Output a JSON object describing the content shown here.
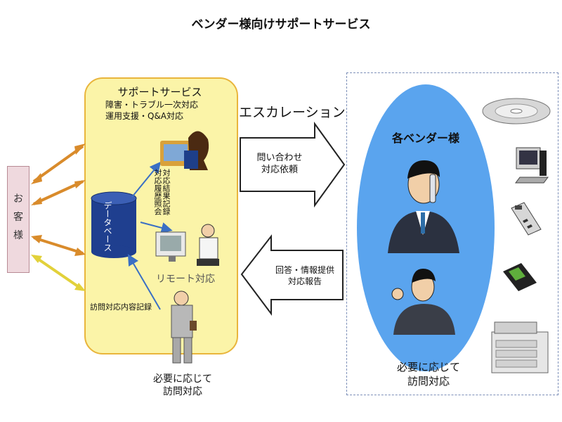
{
  "title": "ベンダー様向けサポートサービス",
  "customer": {
    "label_line1": "お",
    "label_line2": "客",
    "label_line3": "様"
  },
  "support": {
    "title": "サポートサービス",
    "line1": "障害・トラブル一次対応",
    "line2": "運用支援・Q&A対応",
    "database": "データベース",
    "history_label": "対応履歴照会",
    "result_label": "対応結果記録",
    "remote": "リモート対応",
    "visit_record": "訪問対応内容記録",
    "visit_caption_line1": "必要に応じて",
    "visit_caption_line2": "訪問対応"
  },
  "flow": {
    "escalation": "エスカレーション",
    "request_line1": "問い合わせ",
    "request_line2": "対応依頼",
    "response_line1": "回答・情報提供",
    "response_line2": "対応報告"
  },
  "vendor": {
    "title": "各ベンダー様",
    "visit_caption_line1": "必要に応じて",
    "visit_caption_line2": "訪問対応"
  },
  "colors": {
    "support_bg": "#fbf4a8",
    "support_border": "#e9b53c",
    "vendor_ellipse": "#5aa4ee",
    "database": "#1f3f8f",
    "customer_bg": "#efd9de"
  },
  "icons": [
    "cd-icon",
    "desktop-computer-icon",
    "card-terminal-icon",
    "pda-icon",
    "printer-copier-icon"
  ]
}
